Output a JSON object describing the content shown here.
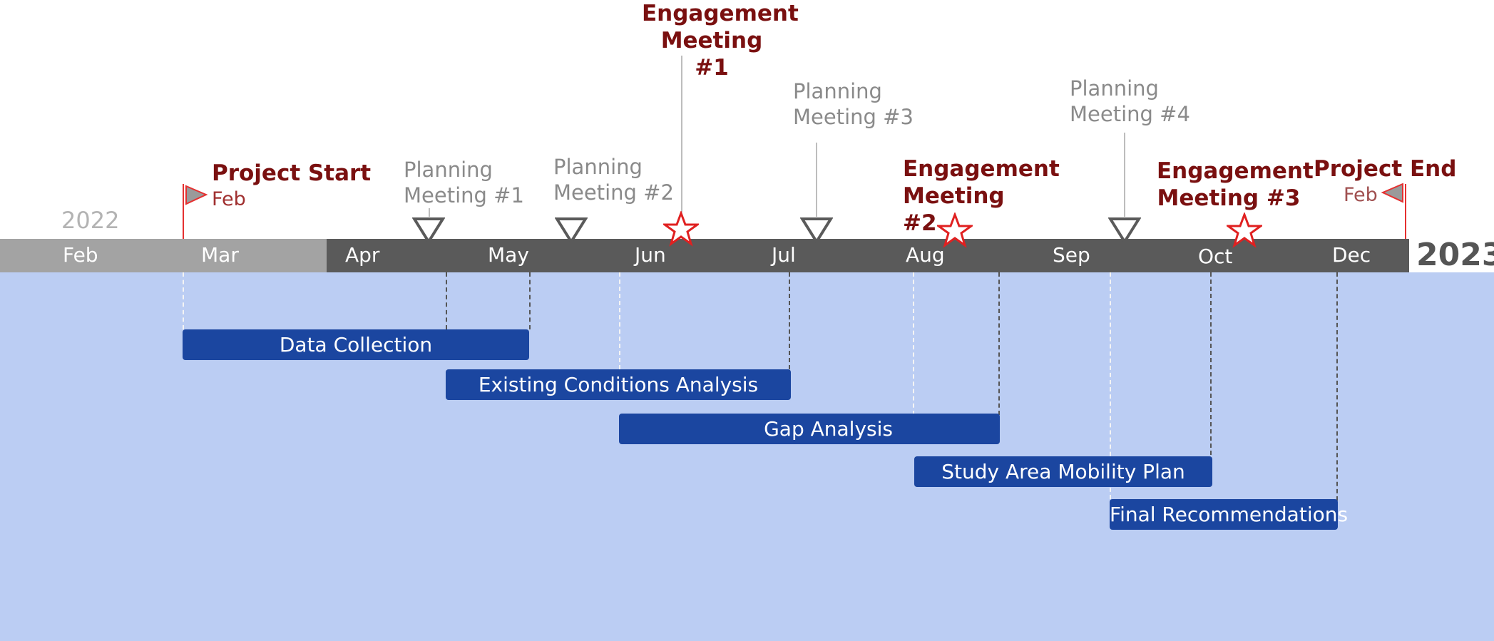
{
  "years": {
    "start": "2022",
    "end": "2023"
  },
  "months": [
    "Feb",
    "Mar",
    "Apr",
    "May",
    "Jun",
    "Jul",
    "Aug",
    "Sep",
    "Oct",
    "Dec"
  ],
  "milestones": {
    "project_start": {
      "title": "Project Start",
      "sub": "Feb"
    },
    "project_end": {
      "title": "Project End",
      "sub": "Feb"
    },
    "engagement_1": [
      "Engagement",
      "Meeting #1"
    ],
    "engagement_2": [
      "Engagement",
      "Meeting #2"
    ],
    "engagement_3": [
      "Engagement",
      "Meeting #3"
    ],
    "planning_1": [
      "Planning",
      "Meeting #1"
    ],
    "planning_2": [
      "Planning",
      "Meeting #2"
    ],
    "planning_3": [
      "Planning",
      "Meeting #3"
    ],
    "planning_4": [
      "Planning",
      "Meeting #4"
    ]
  },
  "tasks": [
    "Data Collection",
    "Existing Conditions Analysis",
    "Gap Analysis",
    "Study Area Mobility Plan",
    "Final Recommendations"
  ],
  "colors": {
    "task_bar": "#1b46a0",
    "panel": "#bbcdf3",
    "band_dark": "#5a5a5a",
    "band_light": "#a3a3a3",
    "engagement_text": "#7a1010",
    "star": "#e02020"
  }
}
